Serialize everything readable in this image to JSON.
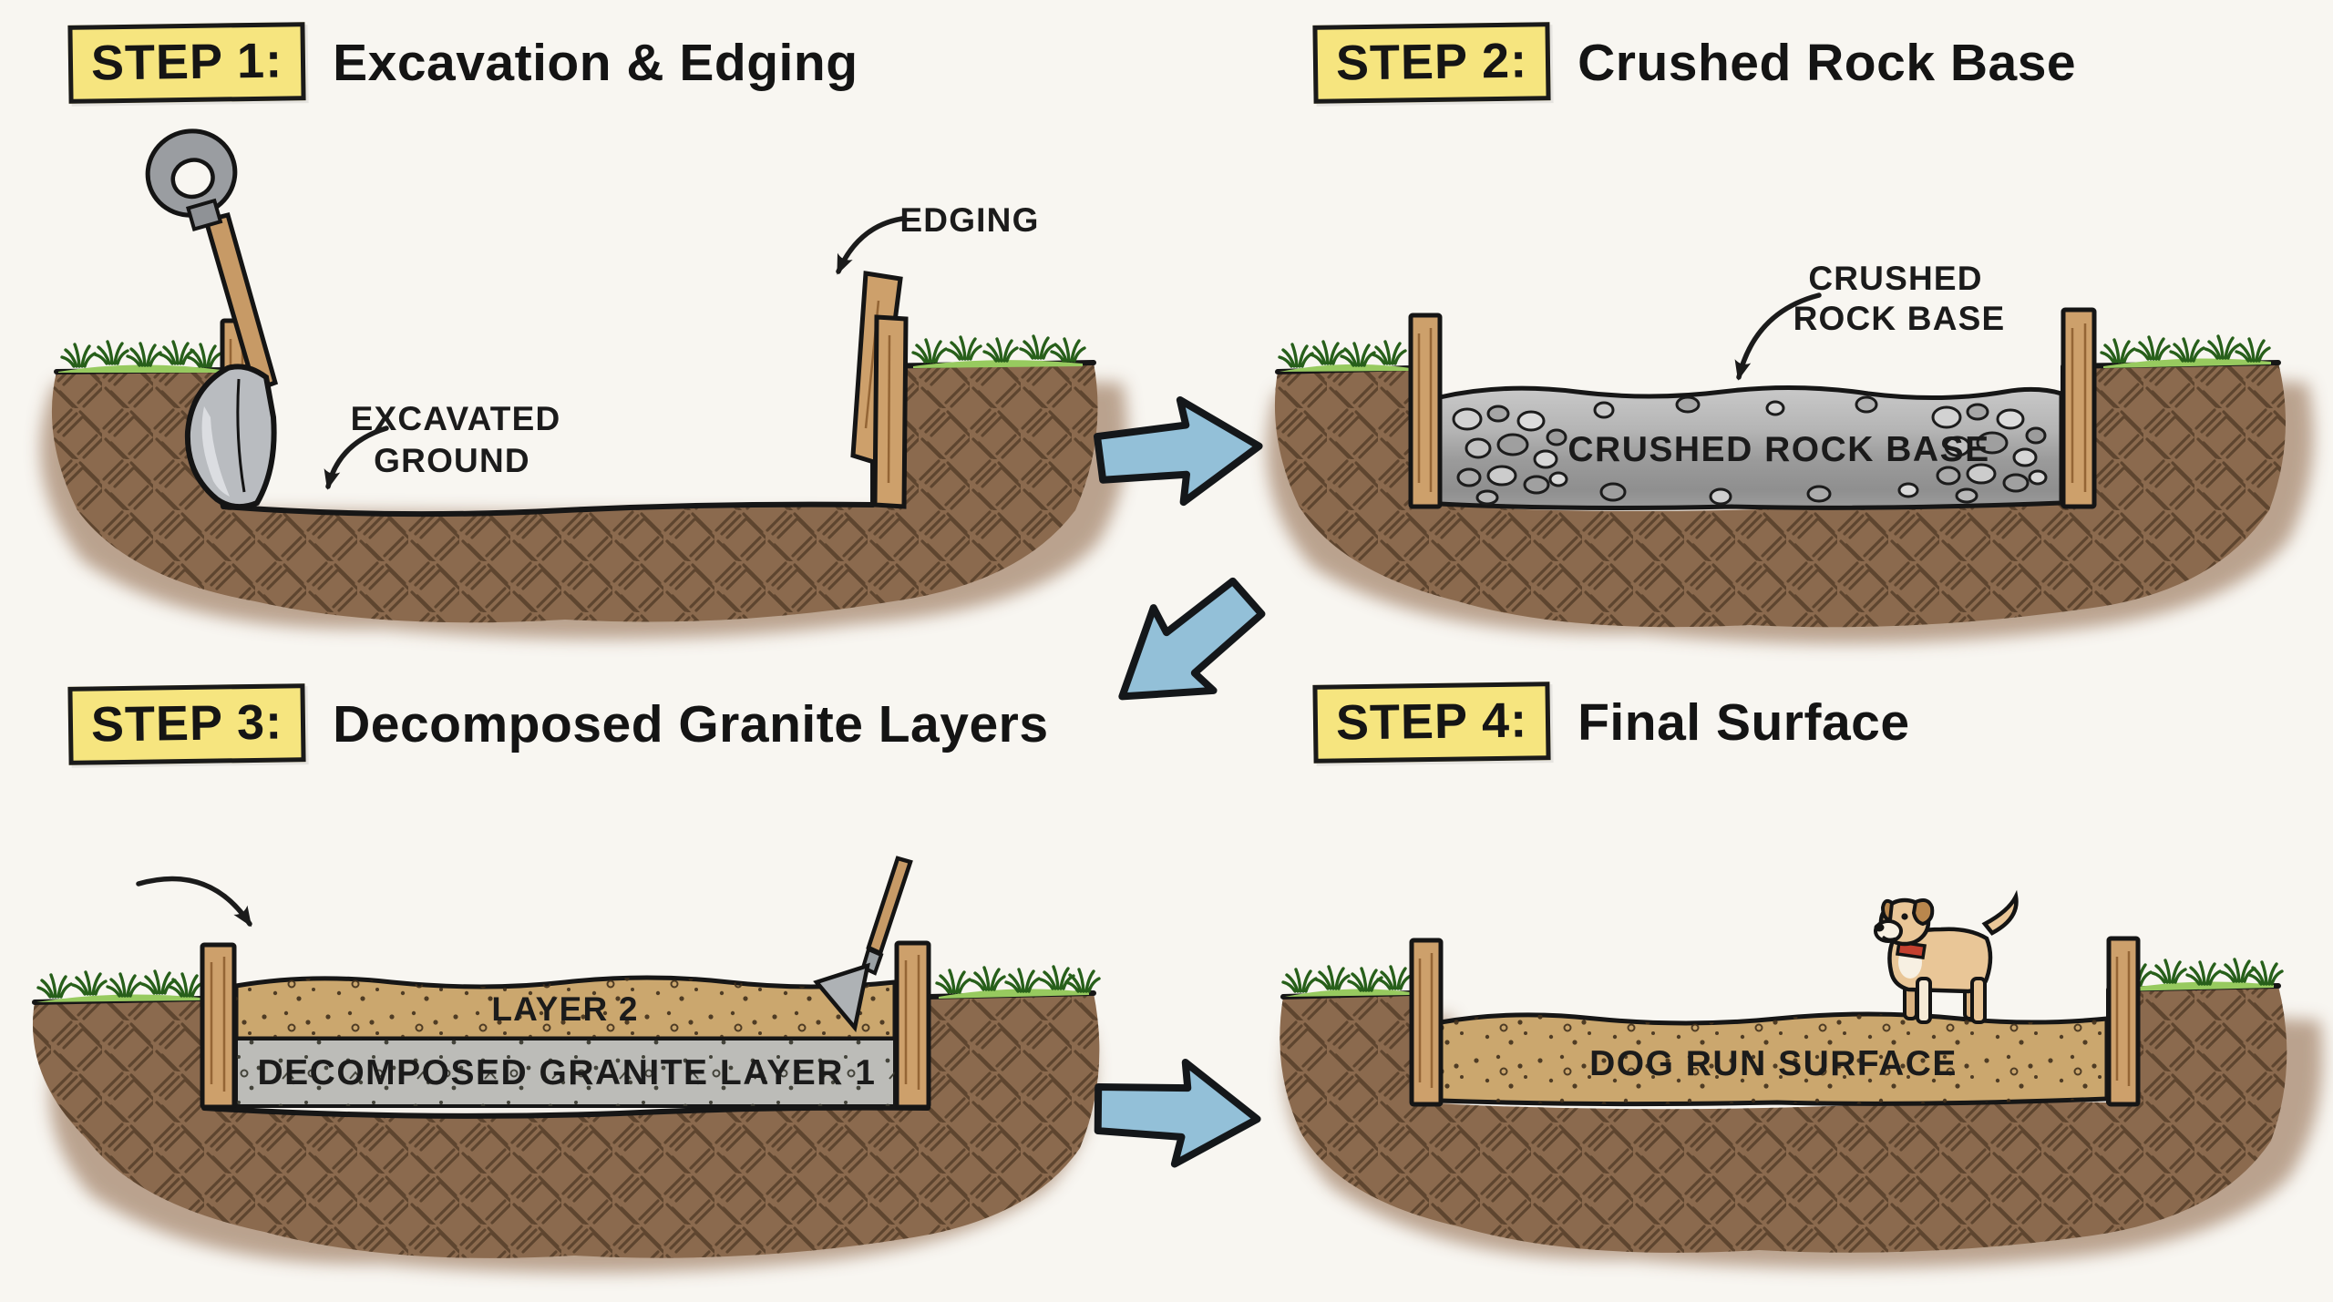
{
  "page": {
    "background": "#f8f6f1"
  },
  "steps": [
    {
      "badge": "STEP 1:",
      "title": "Excavation & Edging",
      "labels": {
        "edging": "EDGING",
        "excavated_line1": "EXCAVATED",
        "excavated_line2": "GROUND"
      }
    },
    {
      "badge": "STEP 2:",
      "title": "Crushed Rock Base",
      "labels": {
        "callout_line1": "CRUSHED",
        "callout_line2": "ROCK BASE",
        "layer_text": "CRUSHED ROCK BASE"
      }
    },
    {
      "badge": "STEP 3:",
      "title": "Decomposed Granite Layers",
      "labels": {
        "layer2": "LAYER 2",
        "layer1": "DECOMPOSED GRANITE LAYER 1"
      }
    },
    {
      "badge": "STEP 4:",
      "title": "Final Surface",
      "labels": {
        "surface": "DOG RUN SURFACE"
      }
    }
  ],
  "colors": {
    "badge_yellow": "#f6e57f",
    "ink": "#1b1b1b",
    "arrow_blue": "#93c0d8",
    "soil_brown": "#8b6a4e",
    "soil_halo": "#b49a84",
    "grass_green": "#97ca5f",
    "wood_tan": "#cda06b",
    "rock_gray": "#a9a9a9",
    "granite_tan": "#cba76e",
    "granite_gray": "#bcbcb8",
    "shovel_gray": "#b9bcc0",
    "dog_tan": "#e9c697",
    "collar_red": "#c4402f"
  }
}
